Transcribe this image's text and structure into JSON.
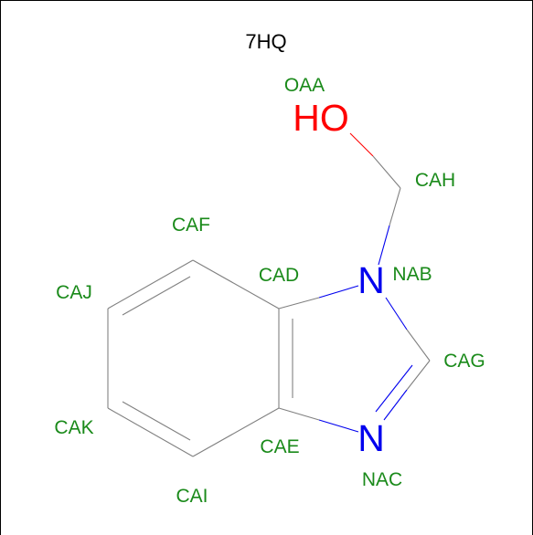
{
  "title": "7HQ",
  "atom_symbols": {
    "o": "HO",
    "n1": "N",
    "n2": "N"
  },
  "atom_names": {
    "oaa": "OAA",
    "cah": "CAH",
    "caf": "CAF",
    "cad": "CAD",
    "nab": "NAB",
    "caj": "CAJ",
    "cag": "CAG",
    "cak": "CAK",
    "cae": "CAE",
    "nac": "NAC",
    "cai": "CAI"
  },
  "colors": {
    "name_label": "#1a8a1a",
    "oxygen": "#ff0000",
    "nitrogen": "#0000ee",
    "carbon_bond": "#808080",
    "frame": "#000000"
  }
}
